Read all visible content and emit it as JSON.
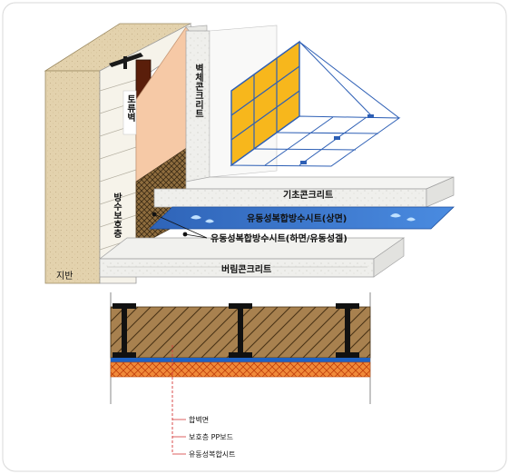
{
  "upper_diagram": {
    "wall_concrete_label": "벽체콘크리트",
    "retaining_wall_label": "토류벽",
    "protection_layer_label": "방수보호층",
    "ground_label": "지반",
    "foundation_concrete_label": "기초콘크리트",
    "sheet_top_label": "유동성복합방수시트(상면)",
    "sheet_bottom_label": "유동성복합방수시트(하면/유동성겔)",
    "lean_concrete_label": "버림콘크리트"
  },
  "lower_diagram": {
    "legend": [
      "합벽면",
      "보호층 PP보드",
      "유동성복합시트"
    ]
  },
  "colors": {
    "soil": "#e3d2ad",
    "concrete": "#efefec",
    "protection_orange": "#f6c9a6",
    "sheet_blue": "#3a78d0",
    "panel_yellow": "#f7b71c",
    "wood_brown": "#a8814f",
    "mesh_orange": "#f2822a"
  }
}
